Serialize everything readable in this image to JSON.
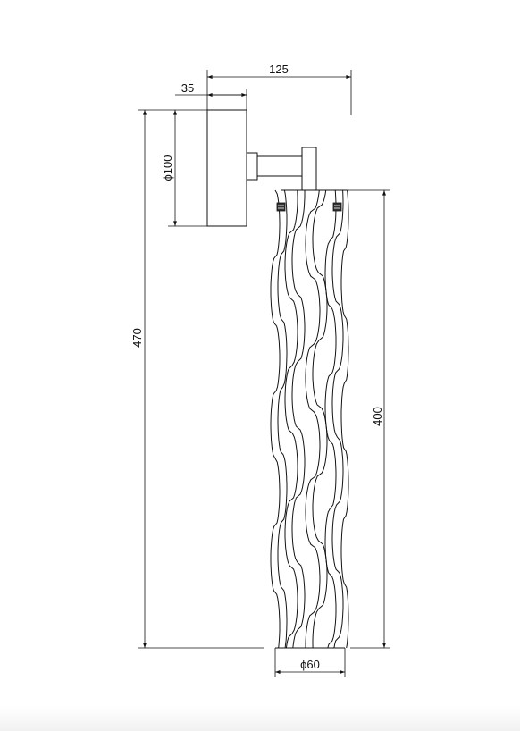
{
  "dimensions": {
    "total_height": "470",
    "shade_length": "400",
    "projection": "125",
    "base_depth": "35",
    "base_diameter": "ϕ100",
    "shade_diameter": "ϕ60"
  },
  "colors": {
    "line": "#111111",
    "background": "#ffffff"
  }
}
